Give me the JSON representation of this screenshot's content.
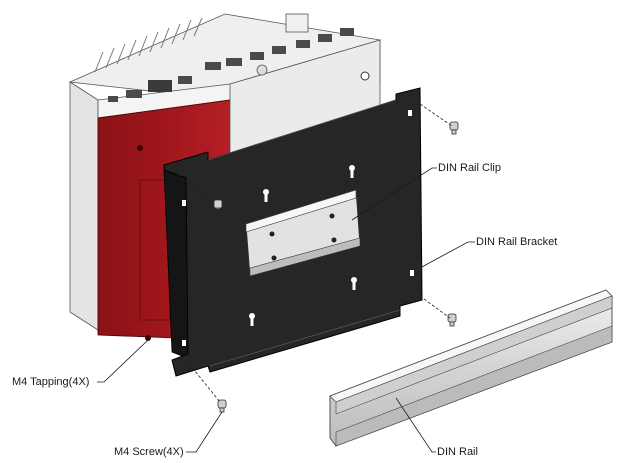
{
  "callouts": {
    "din_rail_clip": "DIN Rail Clip",
    "din_rail_bracket": "DIN Rail Bracket",
    "m4_tapping": "M4 Tapping(4X)",
    "m4_screw": "M4 Screw(4X)",
    "din_rail": "DIN Rail"
  },
  "colors": {
    "chassis_red": "#a4181d",
    "bracket_black": "#262626",
    "chassis_gray": "#e6e6e6",
    "rail_silver": "#d7d7d7"
  }
}
